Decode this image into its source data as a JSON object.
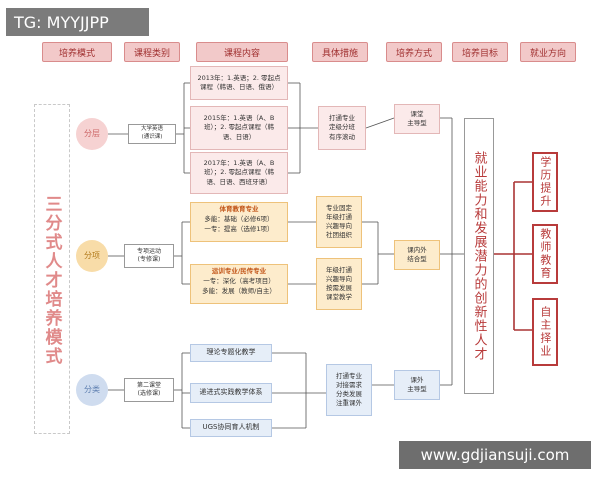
{
  "watermark_top": "TG: MYYJJPP",
  "watermark_bottom": "www.gdjiansuji.com",
  "headers": [
    "培养模式",
    "课程类别",
    "课程内容",
    "具体措施",
    "培养方式",
    "培养目标",
    "就业方向"
  ],
  "left_title": "三分式人才培养模式",
  "tiers": [
    "分层",
    "分项",
    "分类"
  ],
  "category": {
    "t1": "大学英语\n(通识课)",
    "t2": "专项运动\n(专修课)",
    "t3": "第二课堂\n(选修课)"
  },
  "content": {
    "c2013": "2013年：1.英语；2. 零起点\n课程（韩语、日语、俄语）",
    "c2015": "2015年：1.英语（A、B\n班）；2. 零起点课程（韩\n语、日语）",
    "c2017": "2017年：1.英语（A、B\n班）；2. 零起点课程（韩\n语、日语、西班牙语）",
    "sport_title": "体育教育专业",
    "sport_l1": "多能：基础（必修6项）",
    "sport_l2": "一专：提高（选修1项）",
    "folk_title": "运训专业/民传专业",
    "folk_l1": "一专：深化（高考项目）",
    "folk_l2": "多能：发展（教师/自主）",
    "s1": "理论专题化教学",
    "s2": "递进式实践教学体系",
    "s3": "UGS协同育人机制"
  },
  "measures": {
    "m1": "打通专业\n定级分班\n有序滚动",
    "m2": "专业固定\n年级打通\n兴趣导向\n社团组织",
    "m3": "年级打通\n兴趣导向\n按需发展\n课堂教学",
    "m4": "打通专业\n对接需求\n分类发展\n注重课外"
  },
  "methods": {
    "f1": "课堂\n主导型",
    "f2": "课内外\n结合型",
    "f3": "课外\n主导型"
  },
  "goal": "就业能力和发展潜力的创新性人才",
  "careers": [
    "学历提升",
    "教师教育",
    "自主择业"
  ]
}
